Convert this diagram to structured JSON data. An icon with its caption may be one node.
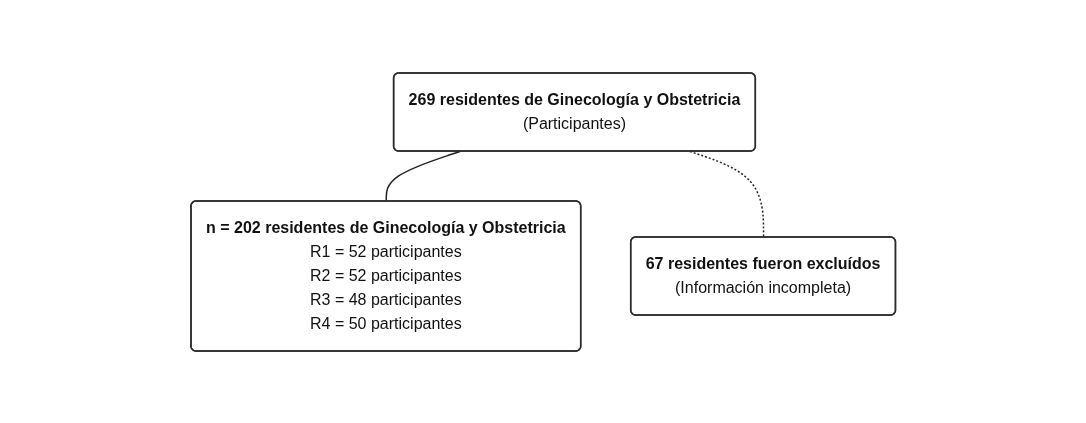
{
  "diagram": {
    "nodes": [
      {
        "text": [
          "269 residentes de Ginecología y Obstetricia",
          "(Participantes)"
        ]
      },
      {
        "text": [
          "67 residentes fueron excluídos",
          "(Información incompleta)"
        ]
      },
      {
        "text": [
          "n = 202 residentes de Ginecología y Obstetricia",
          "R1 = 52 participantes",
          "R2 = 52 participantes",
          "R3 = 48 participantes",
          "R4 = 50 participantes"
        ]
      }
    ],
    "edges": [
      {
        "from": 0,
        "to": 2,
        "arrow": "none"
      },
      {
        "from": 0,
        "to": 1,
        "arrow": "none",
        "style": "dashed"
      }
    ]
  }
}
